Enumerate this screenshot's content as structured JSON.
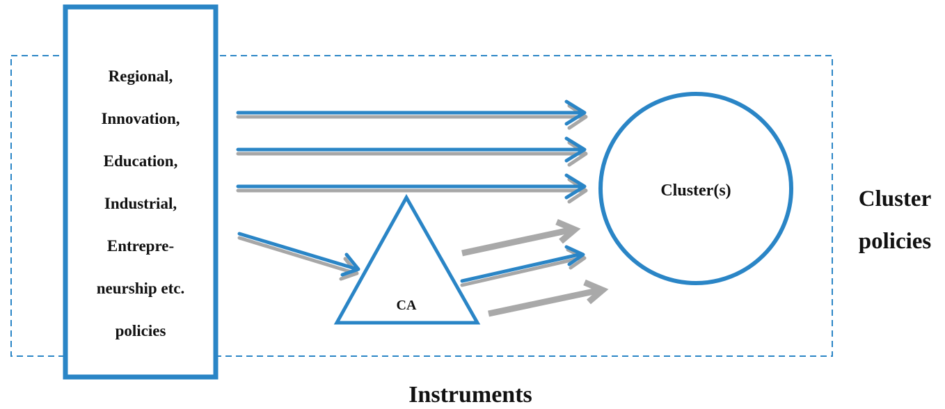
{
  "colors": {
    "accent": "#2a85c6",
    "shadow": "#a7a7a7",
    "gray_arrow": "#a9a9a9",
    "text": "#111111"
  },
  "policy_box": {
    "lines": [
      "Regional,",
      "Innovation,",
      "Education,",
      "Industrial,",
      "Entrepre-",
      "neurship etc.",
      "policies"
    ]
  },
  "ca_label": "CA",
  "cluster_label": "Cluster(s)",
  "side_label": {
    "line1": "Cluster",
    "line2": "policies"
  },
  "bottom_label": "Instruments"
}
